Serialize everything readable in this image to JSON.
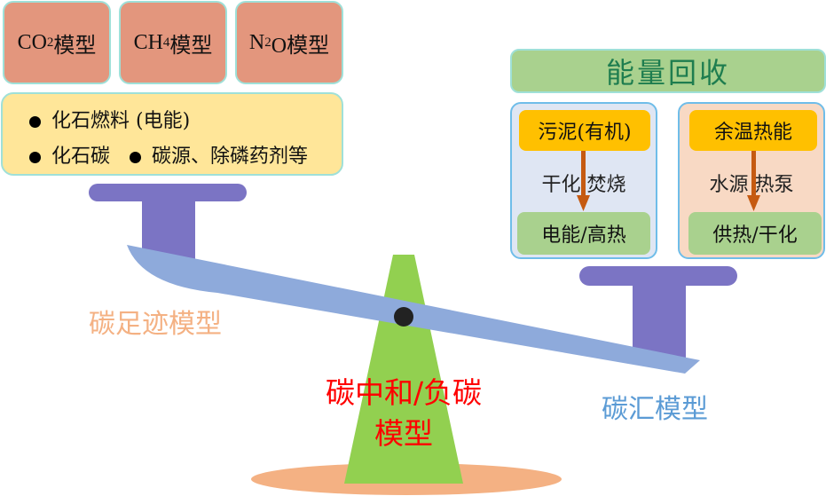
{
  "gas_models": [
    {
      "base": "CO",
      "sub": "2",
      "tail": "模型"
    },
    {
      "base": "CH",
      "sub": "4",
      "tail": "模型"
    },
    {
      "base": "N",
      "sub": "2",
      "tail": "O模型"
    }
  ],
  "sources": {
    "line1": "化石燃料 (电能)",
    "line2a": "化石碳",
    "line2b": "碳源、除磷药剂等"
  },
  "energy": {
    "title": "能量回收",
    "left": {
      "source": "污泥(有机)",
      "process": "干化 焚烧",
      "output": "电能/高热"
    },
    "right": {
      "source": "余温热能",
      "process": "水源 热泵",
      "output": "供热/干化"
    }
  },
  "labels": {
    "footprint": "碳足迹模型",
    "neutral_line1": "碳中和/负碳",
    "neutral_line2": "模型",
    "sink": "碳汇模型"
  },
  "colors": {
    "footprint": "#f4b183",
    "neutral": "#ff0000",
    "sink": "#5b9bd5",
    "beam": "#8eaadb",
    "pedestal": "#7b74c4",
    "cone": "#92d050"
  }
}
